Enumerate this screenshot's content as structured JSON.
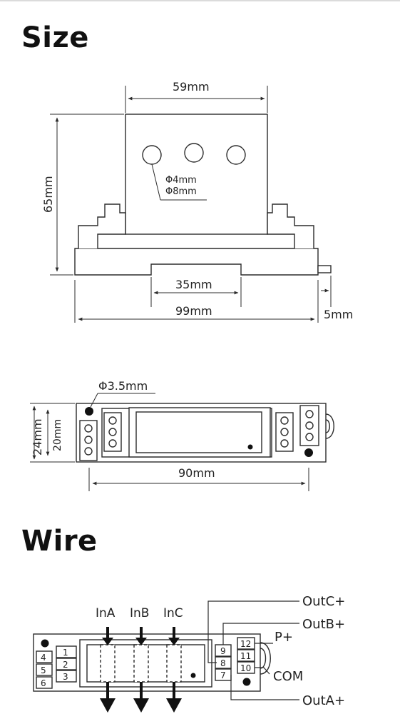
{
  "size_title": "Size",
  "wire_title": "Wire",
  "front": {
    "width": "59mm",
    "height": "65mm",
    "hole_small": "Φ4mm",
    "hole_large": "Φ8mm",
    "base_slot": "35mm",
    "base_width": "99mm",
    "tab": "5mm"
  },
  "top": {
    "mount_hole": "Φ3.5mm",
    "outer_height": "24mm",
    "inner_height": "20mm",
    "hole_spacing": "90mm"
  },
  "wire": {
    "inputs": [
      "InA",
      "InB",
      "InC"
    ],
    "left_terminals": [
      "4",
      "5",
      "6"
    ],
    "input_terminals": [
      "1",
      "2",
      "3"
    ],
    "right_inner_terminals": [
      "9",
      "8",
      "7"
    ],
    "right_outer_terminals": [
      "12",
      "11",
      "10"
    ],
    "out_c": "OutC+",
    "out_b": "OutB+",
    "out_a": "OutA+",
    "power": "P+",
    "common": "COM"
  },
  "colors": {
    "line": "#2b2b2b",
    "fill": "#ffffff",
    "text": "#222222"
  }
}
